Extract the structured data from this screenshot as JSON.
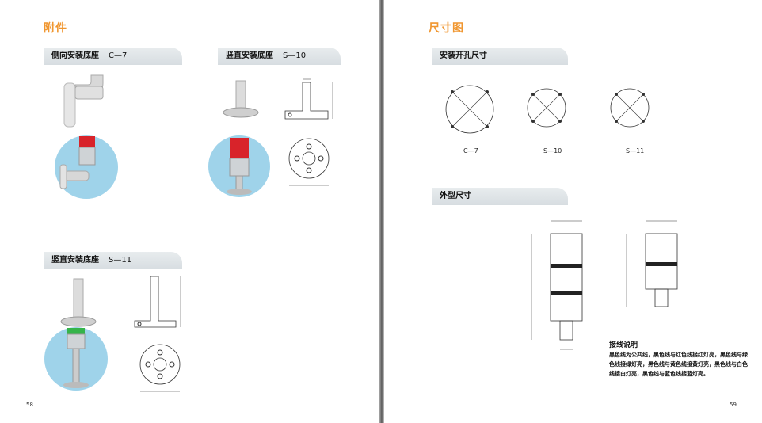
{
  "left_page": {
    "title": "附件",
    "page_number": "58",
    "sections": [
      {
        "name": "侧向安装底座",
        "code": "C—7"
      },
      {
        "name": "竖直安装底座",
        "code": "S—10"
      },
      {
        "name": "竖直安装底座",
        "code": "S—11"
      }
    ]
  },
  "right_page": {
    "title": "尺寸图",
    "page_number": "59",
    "sections": [
      {
        "name": "安装开孔尺寸"
      },
      {
        "name": "外型尺寸"
      }
    ],
    "hole_captions": [
      "C—7",
      "S—10",
      "S—11"
    ],
    "wiring": {
      "title": "接线说明",
      "text": "黑色线为公共线，黑色线与红色线接红灯亮，黑色线与绿色线接绿灯亮，黑色线与黄色线接黄灯亮，黑色线与白色线接白灯亮，黑色线与蓝色线接蓝灯亮。"
    }
  },
  "colors": {
    "title": "#f0962f",
    "tab": "#dde2e5",
    "bubble": "#9fd3ea"
  }
}
